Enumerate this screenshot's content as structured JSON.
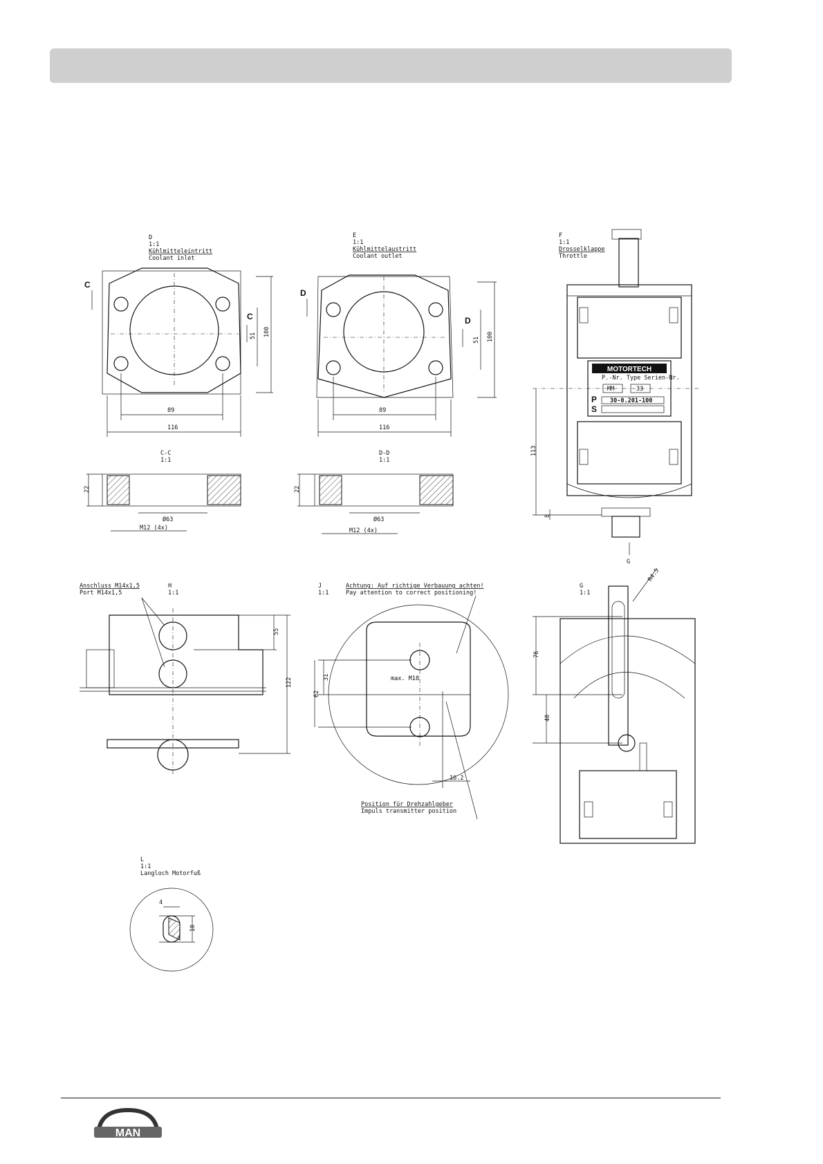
{
  "views": {
    "d": {
      "id": "D",
      "scale": "1:1",
      "title_de": "Kühlmitteleintritt",
      "title_en": "Coolant inlet",
      "cut_mark": "C",
      "dim_width": "116",
      "dim_bolt": "89",
      "dim_height": "100",
      "dim_bore": "51"
    },
    "e": {
      "id": "E",
      "scale": "1:1",
      "title_de": "Kühlmittelaustritt",
      "title_en": "Coolant outlet",
      "cut_mark": "D",
      "dim_width": "116",
      "dim_bolt": "89",
      "dim_height": "100",
      "dim_bore": "51"
    },
    "cc": {
      "id": "C-C",
      "scale": "1:1",
      "dim_thick": "22",
      "dim_dia": "Ø63",
      "dim_thread": "M12 (4x)"
    },
    "dd": {
      "id": "D-D",
      "scale": "1:1",
      "dim_thick": "22",
      "dim_dia": "Ø63",
      "dim_thread": "M12 (4x)"
    },
    "f": {
      "id": "F",
      "scale": "1:1",
      "title_de": "Drosselklappe",
      "title_en": "Throttle",
      "dim_height": "113",
      "dim_small": "8",
      "arrow_label": "G",
      "plate_brand": "MOTORTECH",
      "plate_small": "P.-Nr.  Type  Serien-Nr.",
      "plate_field_a": "MM",
      "plate_field_b": "33",
      "plate_p": "P",
      "plate_s": "S",
      "plate_part": "30-0.201-100"
    },
    "h": {
      "id": "H",
      "scale": "1:1",
      "port_de": "Anschluss M14x1,5",
      "port_en": "Port M14x1,5",
      "dim_55": "55",
      "dim_122": "122"
    },
    "j": {
      "id": "J",
      "scale": "1:1",
      "note_de": "Achtung: Auf richtige Verbauung achten!",
      "note_en": "Pay attention to correct positioning!",
      "dim_31": "31",
      "dim_62": "62",
      "max_label": "max. M18",
      "dim_162": "16.2",
      "pos_de": "Position für Drehzahlgeber",
      "pos_en": "Impuls transmitter position"
    },
    "g": {
      "id": "G",
      "scale": "1:1",
      "dim_r": "R4.5",
      "dim_76": "76",
      "dim_40": "40"
    },
    "l": {
      "id": "L",
      "scale": "1:1",
      "title_de": "Langloch Motorfuß",
      "dim_4": "4",
      "dim_10": "10"
    }
  },
  "footer": {
    "logo_text": "MAN"
  }
}
